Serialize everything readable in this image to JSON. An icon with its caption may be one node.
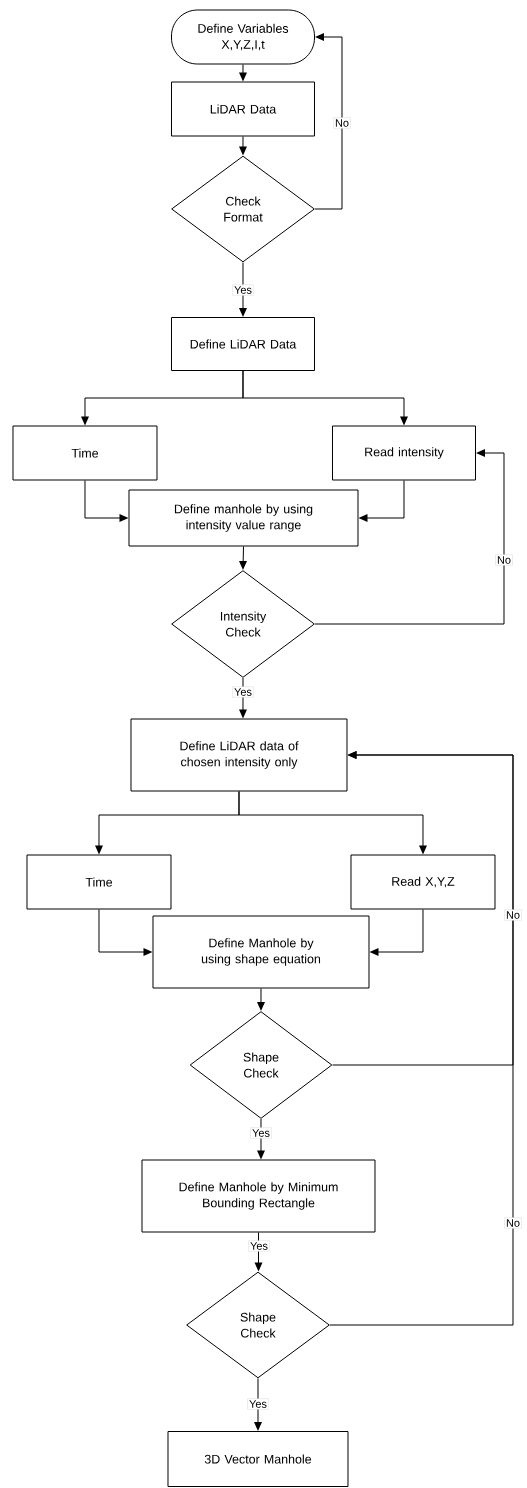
{
  "diagram": {
    "nodes": [
      {
        "text": [
          "Define Variables X,Y,Z,I,t"
        ]
      },
      {
        "text": [
          "LiDAR Data"
        ]
      },
      {
        "text": [
          "Check Format"
        ]
      },
      {
        "text": [
          "Define LiDAR Data"
        ]
      },
      {
        "text": [
          "Time"
        ]
      },
      {
        "text": [
          "Read intensity"
        ]
      },
      {
        "text": [
          "Define manhole by using intensity value range"
        ]
      },
      {
        "text": [
          "Intensity Check"
        ]
      },
      {
        "text": [
          "Define LiDAR data of chosen intensity only"
        ]
      },
      {
        "text": [
          "Time"
        ]
      },
      {
        "text": [
          "Read X,Y,Z"
        ]
      },
      {
        "text": [
          "Define Manhole by using shape equation"
        ]
      },
      {
        "text": [
          "Shape Check"
        ]
      },
      {
        "text": [
          "Define Manhole by Minimum Bounding Rectangle"
        ]
      },
      {
        "text": [
          "Shape Check"
        ]
      },
      {
        "text": [
          "3D Vector Manhole"
        ]
      }
    ],
    "edges": [
      {
        "from": 0,
        "to": 1,
        "arrow": "to"
      },
      {
        "from": 1,
        "to": 2,
        "arrow": "to"
      },
      {
        "from": 2,
        "to": 0,
        "arrow": "to",
        "label": "No"
      },
      {
        "from": 2,
        "to": 3,
        "arrow": "to",
        "label": "Yes"
      },
      {
        "from": 3,
        "to": 4,
        "arrow": "to"
      },
      {
        "from": 3,
        "to": 5,
        "arrow": "to"
      },
      {
        "from": 4,
        "to": 6,
        "arrow": "to"
      },
      {
        "from": 5,
        "to": 6,
        "arrow": "to"
      },
      {
        "from": 6,
        "to": 7,
        "arrow": "to"
      },
      {
        "from": 7,
        "to": 5,
        "arrow": "to",
        "label": "No"
      },
      {
        "from": 7,
        "to": 8,
        "arrow": "to",
        "label": "Yes"
      },
      {
        "from": 8,
        "to": 9,
        "arrow": "to"
      },
      {
        "from": 8,
        "to": 10,
        "arrow": "to"
      },
      {
        "from": 9,
        "to": 11,
        "arrow": "to"
      },
      {
        "from": 10,
        "to": 11,
        "arrow": "to"
      },
      {
        "from": 11,
        "to": 12,
        "arrow": "to"
      },
      {
        "from": 12,
        "to": 8,
        "arrow": "to",
        "label": "No"
      },
      {
        "from": 12,
        "to": 13,
        "arrow": "to",
        "label": "Yes"
      },
      {
        "from": 13,
        "to": 14,
        "arrow": "to",
        "label": "Yes"
      },
      {
        "from": 14,
        "to": 8,
        "arrow": "to",
        "label": "No"
      },
      {
        "from": 14,
        "to": 15,
        "arrow": "to",
        "label": "Yes"
      }
    ]
  }
}
